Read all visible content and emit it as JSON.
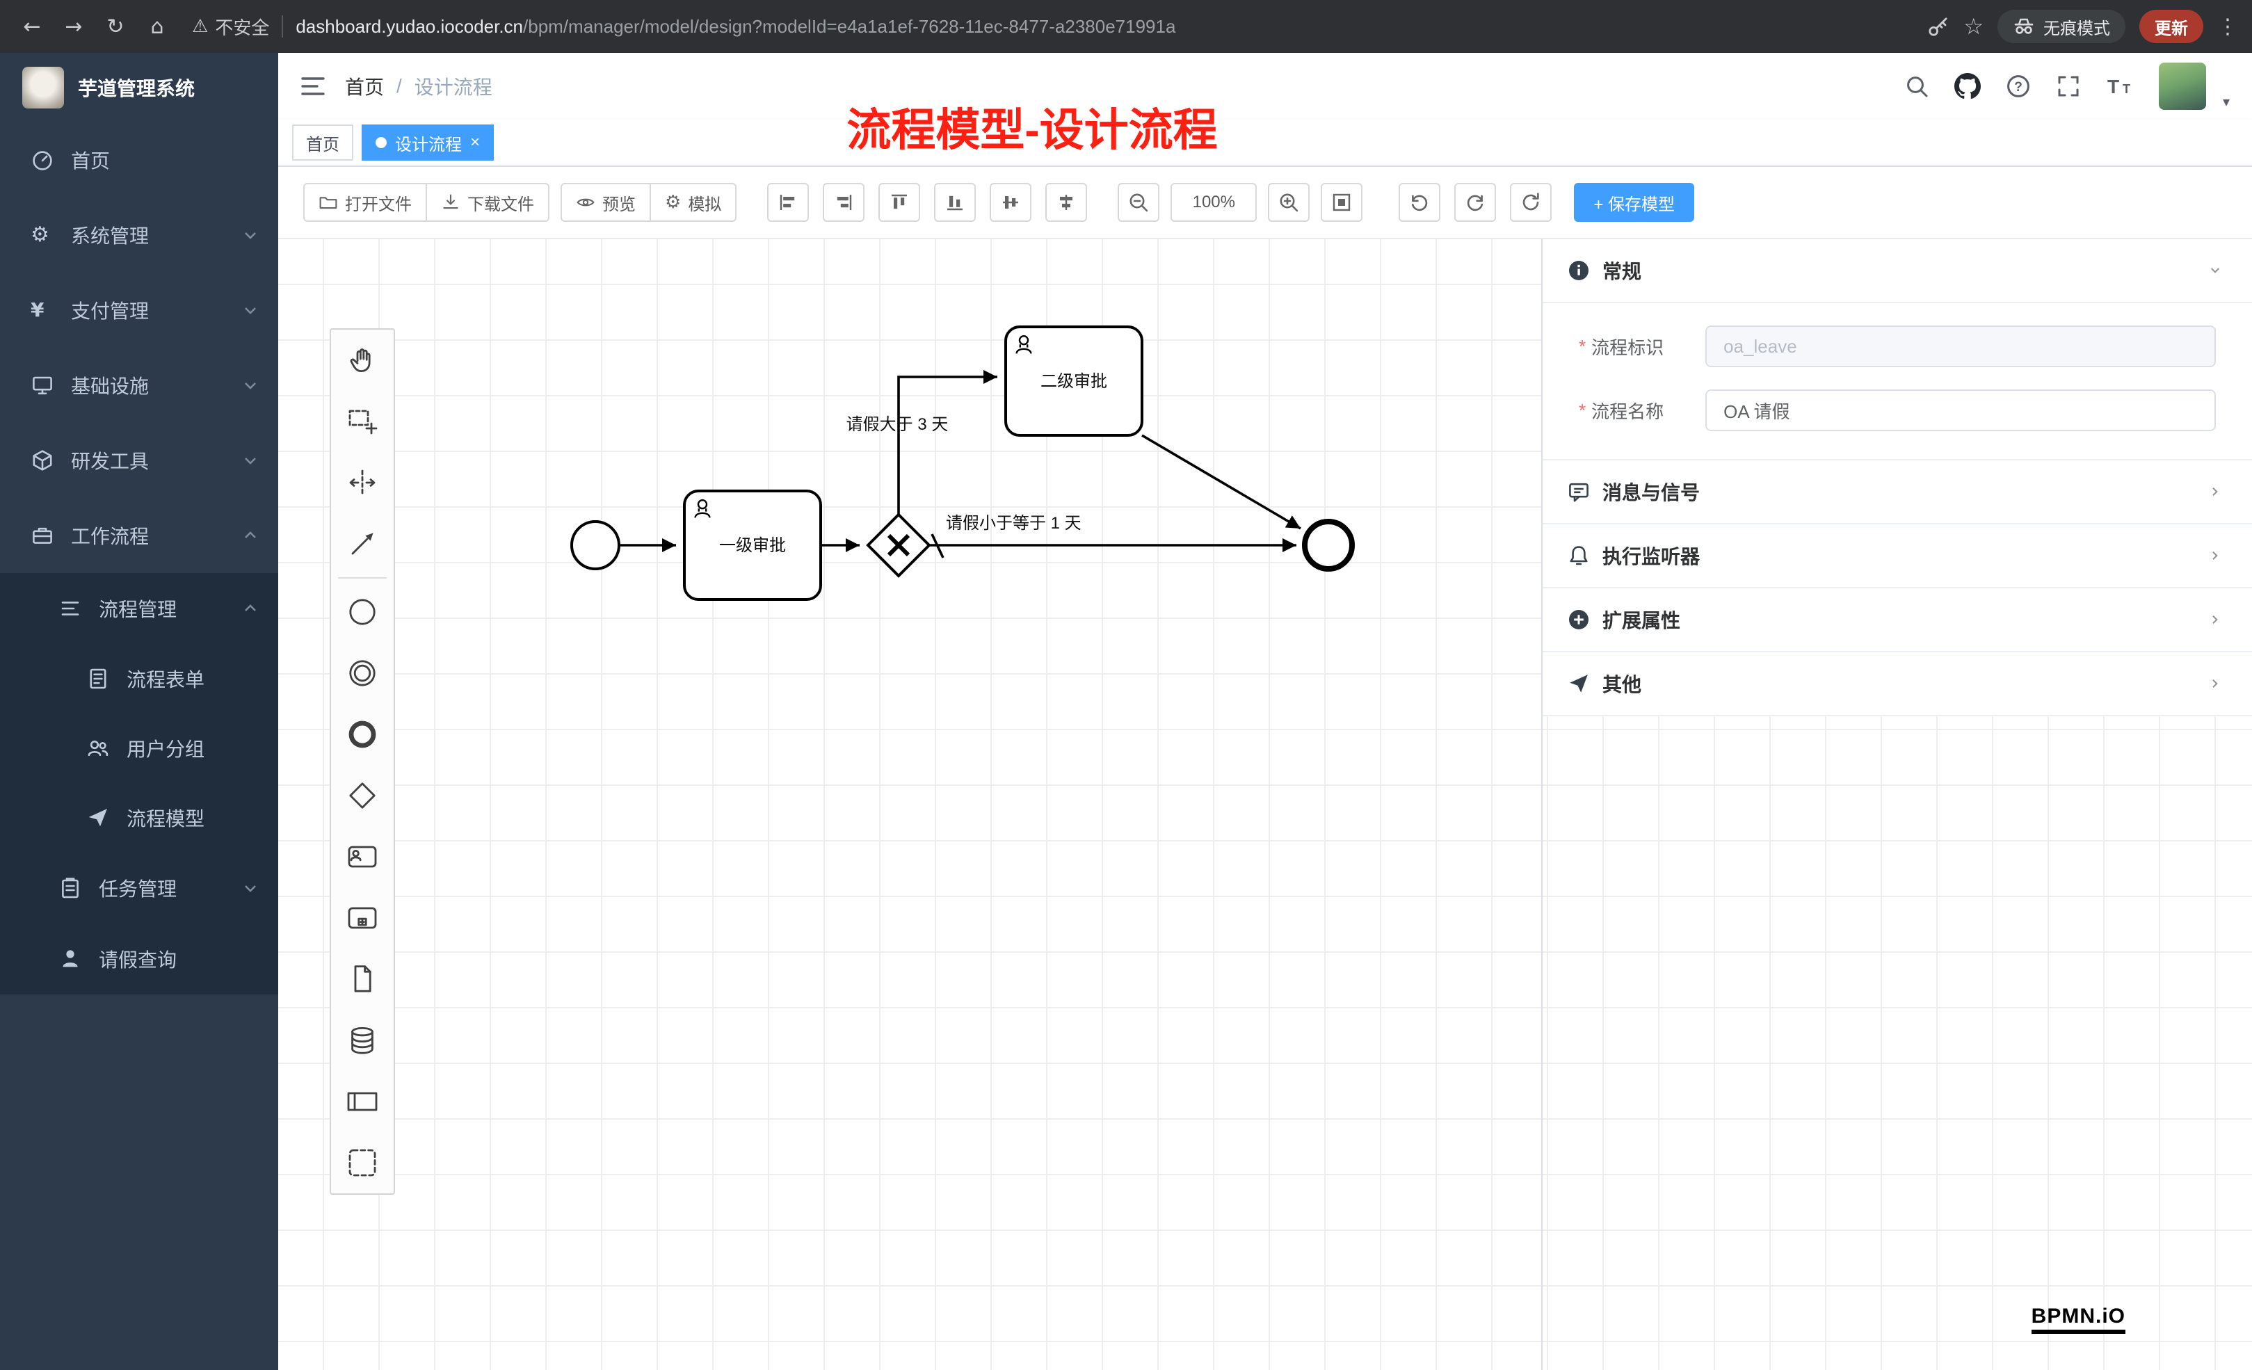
{
  "glyphs": {
    "back": "←",
    "forward": "→",
    "reload": "↻",
    "home": "⌂",
    "warning": "⚠",
    "star": "☆",
    "menu_dots": "⋮",
    "gear": "⚙",
    "yen": "¥",
    "caret_down": "▾"
  },
  "colors": {
    "accent": "#409eff",
    "sidebar_bg": "#2d3a4b",
    "submenu_bg": "#1f2d3d",
    "update_button_bg": "#ab3a2e",
    "annotation_red": "#fb2012"
  },
  "browser": {
    "security_label": "不安全",
    "url_domain": "dashboard.yudao.iocoder.cn",
    "url_path": "/bpm/manager/model/design?modelId=e4a1a1ef-7628-11ec-8477-a2380e71991a",
    "incognito_label": "无痕模式",
    "update_label": "更新"
  },
  "sidebar": {
    "logo_title": "芋道管理系统",
    "items": [
      {
        "label": "首页"
      },
      {
        "label": "系统管理"
      },
      {
        "label": "支付管理"
      },
      {
        "label": "基础设施"
      },
      {
        "label": "研发工具"
      },
      {
        "label": "工作流程"
      },
      {
        "label": "流程管理"
      },
      {
        "label": "流程表单"
      },
      {
        "label": "用户分组"
      },
      {
        "label": "流程模型"
      },
      {
        "label": "任务管理"
      },
      {
        "label": "请假查询"
      }
    ]
  },
  "header": {
    "breadcrumb_home": "首页",
    "breadcrumb_sep": "/",
    "breadcrumb_current": "设计流程",
    "annotation": "流程模型-设计流程"
  },
  "tabs": {
    "home": "首页",
    "active": "设计流程",
    "close_glyph": "×"
  },
  "toolbar": {
    "open_file": "打开文件",
    "download_file": "下载文件",
    "preview": "预览",
    "simulate": "模拟",
    "zoom_level": "100%",
    "save_model": "+ 保存模型"
  },
  "panel": {
    "required_mark": "*",
    "general_title": "常规",
    "process_key_label": "流程标识",
    "process_key_value": "oa_leave",
    "process_name_label": "流程名称",
    "process_name_value": "OA 请假",
    "sections": [
      {
        "label": "消息与信号"
      },
      {
        "label": "执行监听器"
      },
      {
        "label": "扩展属性"
      },
      {
        "label": "其他"
      }
    ]
  },
  "diagram": {
    "task1": "一级审批",
    "task2": "二级审批",
    "flow_label_gt": "请假大于 3 天",
    "flow_label_le": "请假小于等于 1 天"
  },
  "watermark": "BPMN.iO"
}
